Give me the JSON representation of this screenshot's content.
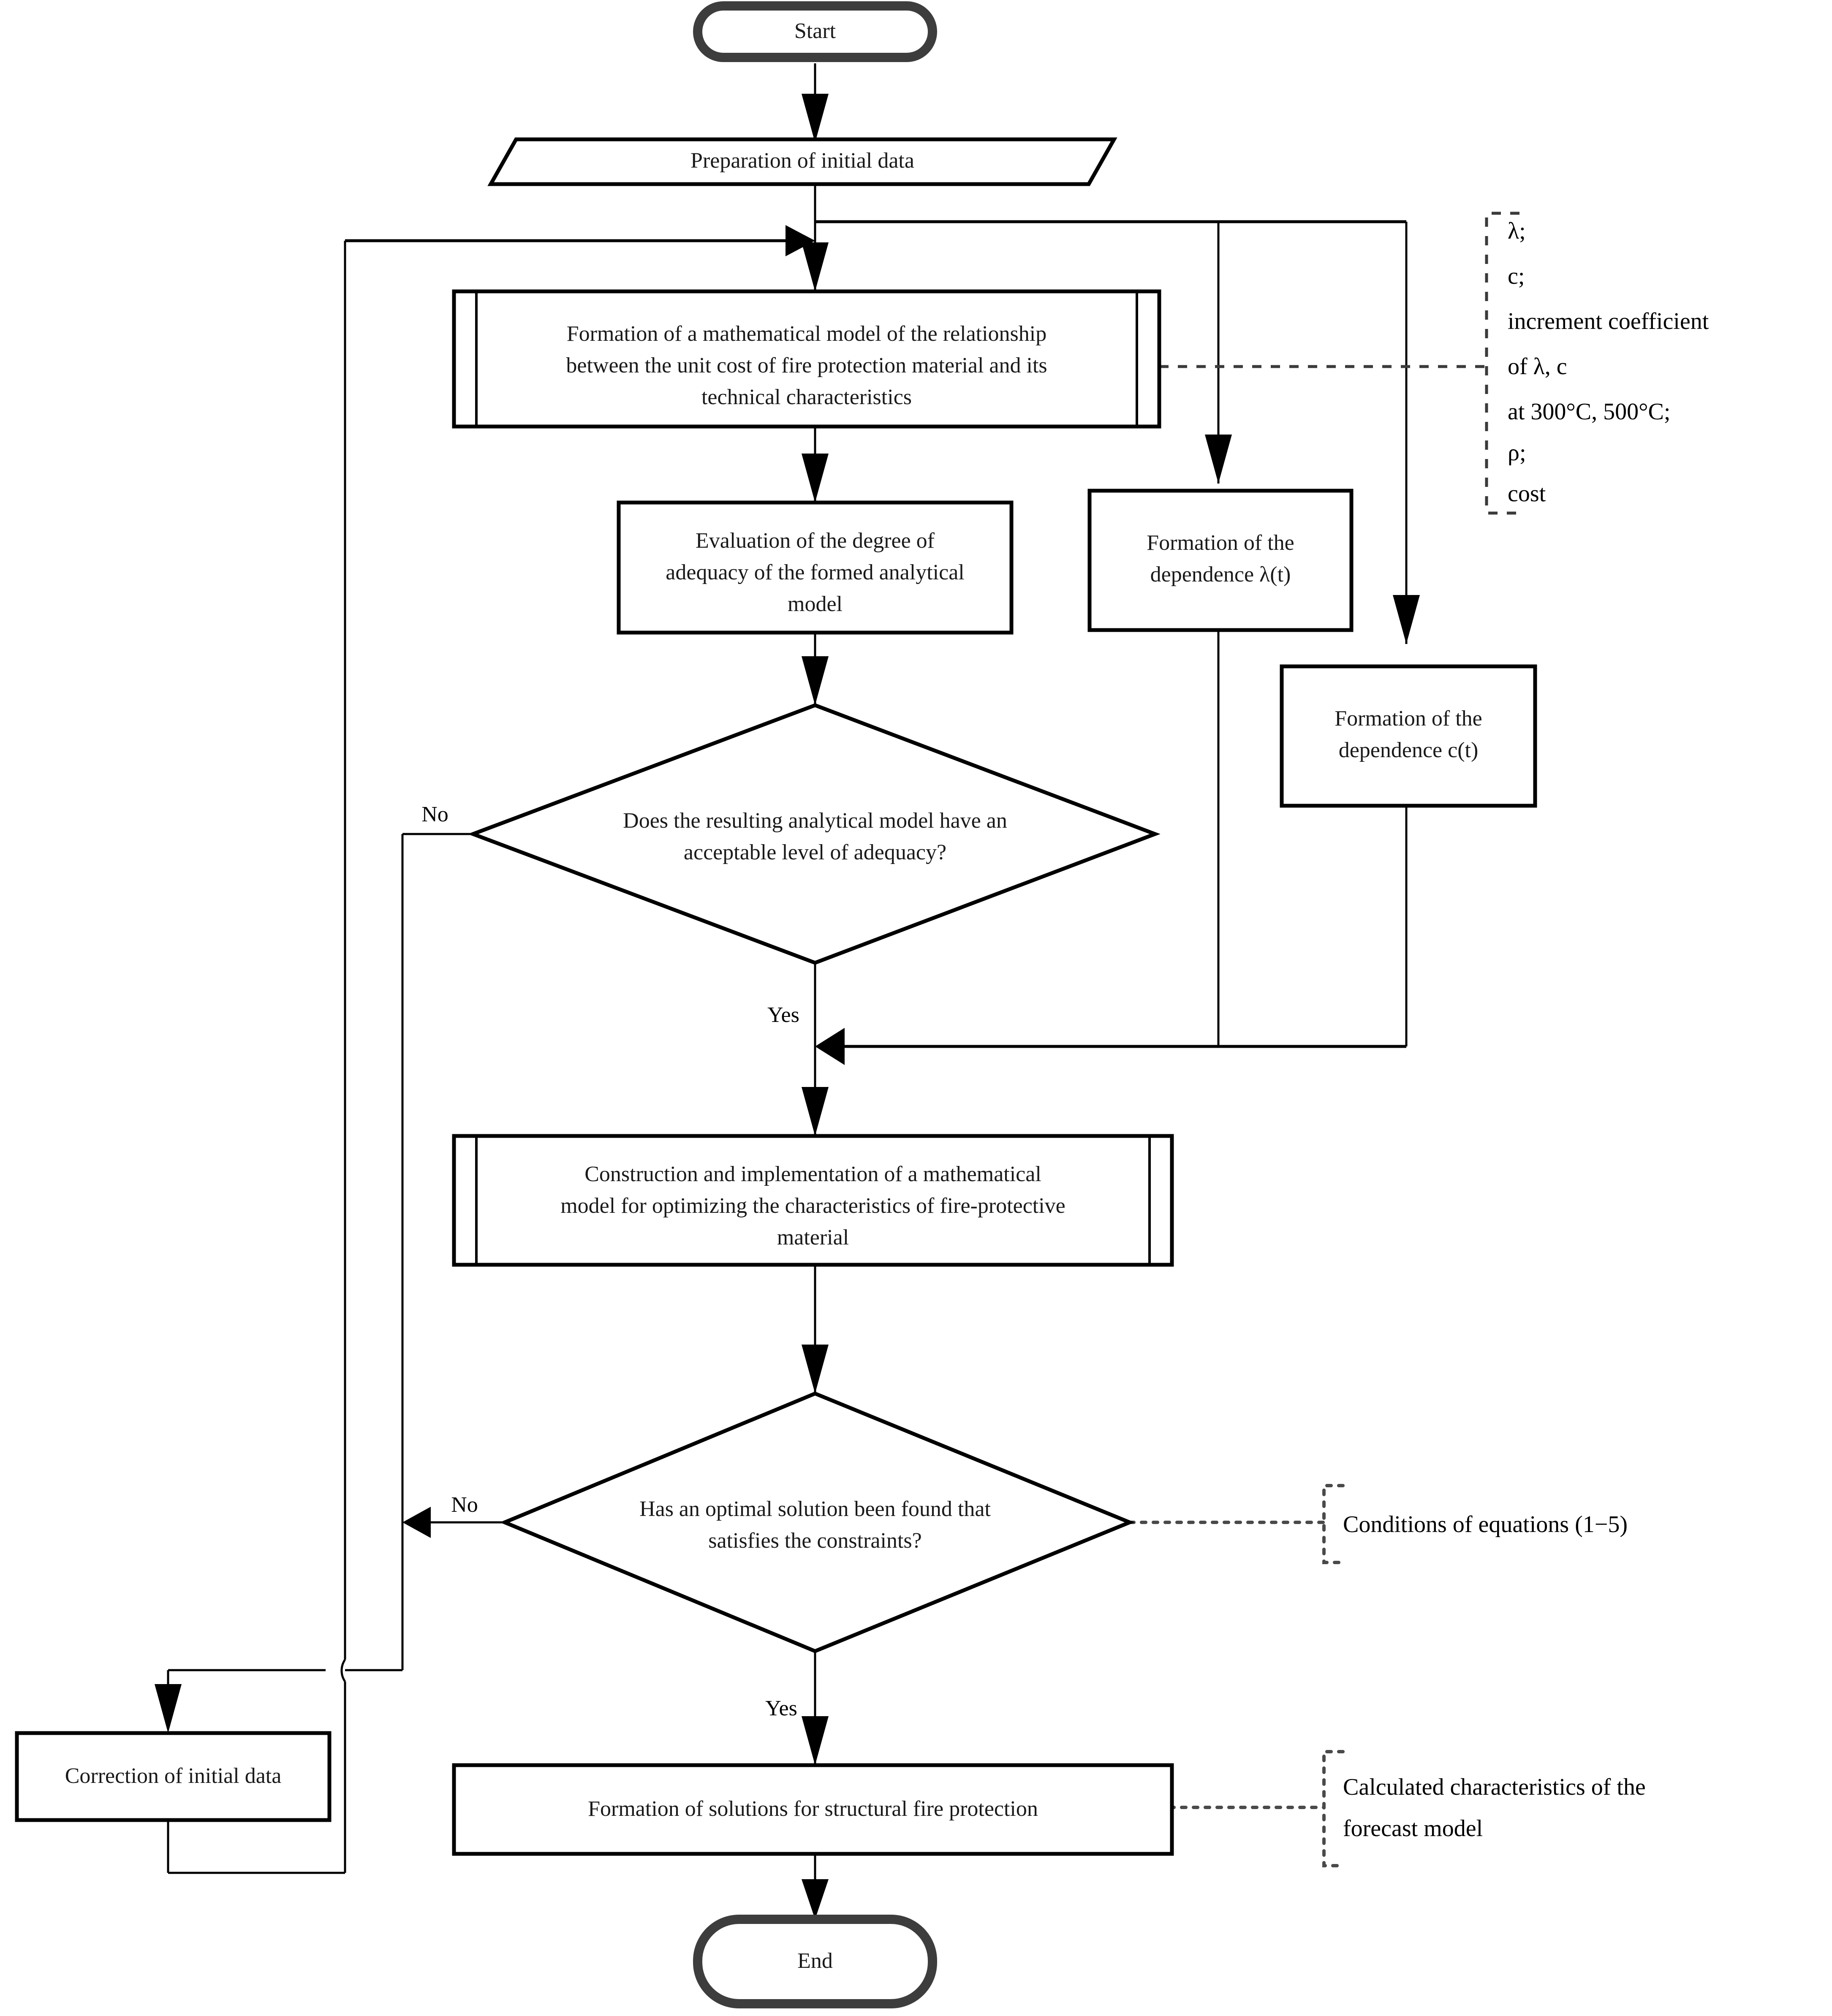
{
  "diagram": {
    "title": "Flowchart of the methodology for forming structural fire protection solutions",
    "type": "flowchart",
    "colors": {
      "terminal_stroke": "#3d3d3d",
      "shape_stroke": "#000000",
      "connector": "#000000",
      "annotation_bracket": "#3a3a3a",
      "background": "#ffffff"
    }
  },
  "nodes": {
    "start": {
      "label": "Start",
      "shape": "terminator"
    },
    "prep": {
      "label": "Preparation of initial data",
      "shape": "parallelogram"
    },
    "formation_model": {
      "shape": "predefined-process",
      "lines": [
        "Formation of a mathematical model of the relationship",
        "between the unit cost of fire protection material and its",
        "technical characteristics"
      ]
    },
    "evaluation": {
      "shape": "process",
      "lines": [
        "Evaluation of the degree of",
        "adequacy of the formed analytical",
        "model"
      ]
    },
    "dep_lambda": {
      "shape": "process",
      "lines": [
        "Formation of the",
        "dependence λ(t)"
      ]
    },
    "dep_c": {
      "shape": "process",
      "lines": [
        "Formation of the",
        "dependence c(t)"
      ]
    },
    "decision_adequacy": {
      "shape": "decision",
      "lines": [
        "Does the resulting analytical model have an",
        "acceptable level of adequacy?"
      ]
    },
    "construction": {
      "shape": "predefined-process",
      "lines": [
        "Construction and implementation of a mathematical",
        "model for optimizing the characteristics of fire-protective",
        "material"
      ]
    },
    "decision_optimal": {
      "shape": "decision",
      "lines": [
        "Has an optimal solution been found that",
        "satisfies the constraints?"
      ]
    },
    "correction": {
      "shape": "process",
      "lines": [
        "Correction of initial data"
      ]
    },
    "solutions": {
      "shape": "process",
      "lines": [
        "Formation of solutions for structural fire protection"
      ]
    },
    "end": {
      "label": "End",
      "shape": "terminator"
    }
  },
  "edge_labels": {
    "no_adequacy": "No",
    "yes_adequacy": "Yes",
    "no_optimal": "No",
    "yes_optimal": "Yes"
  },
  "annotations": {
    "inputs": {
      "lines": [
        "λ;",
        "c;",
        "increment  coefficient",
        "of λ, c",
        "at 300°C, 500°C;",
        "ρ;",
        "cost"
      ]
    },
    "constraints": {
      "lines": [
        "Conditions of equations (1−5)"
      ]
    },
    "results": {
      "lines": [
        "Calculated characteristics of the",
        "forecast model"
      ]
    }
  }
}
